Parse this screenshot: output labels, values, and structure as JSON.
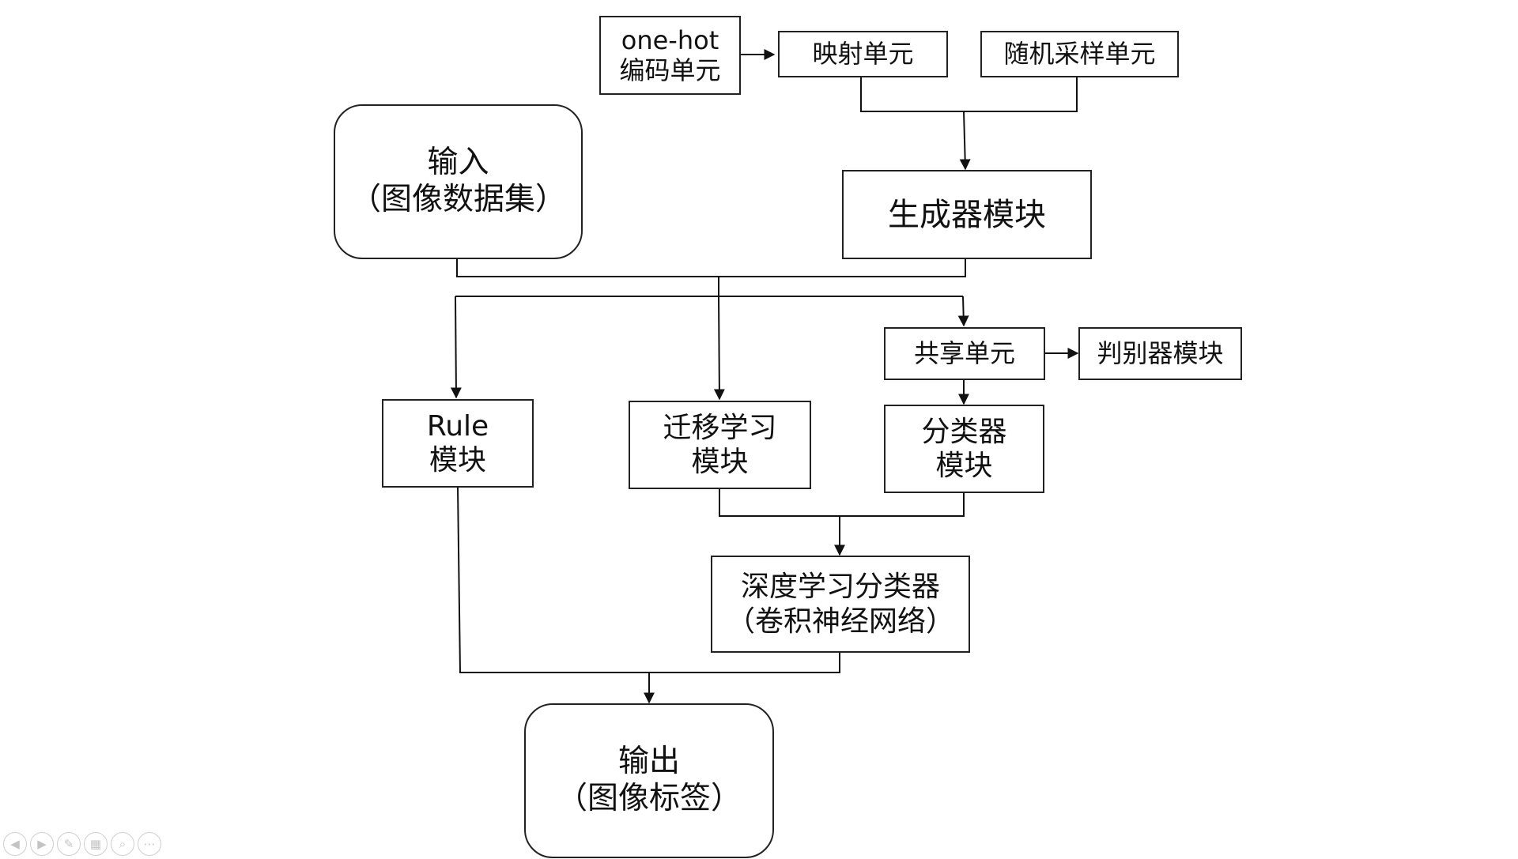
{
  "diagram": {
    "nodes": {
      "onehot": {
        "lines": [
          "one-hot",
          "编码单元"
        ]
      },
      "mapping": {
        "lines": [
          "映射单元"
        ]
      },
      "random_sampling": {
        "lines": [
          "随机采样单元"
        ]
      },
      "input": {
        "lines": [
          "输入",
          "（图像数据集）"
        ]
      },
      "generator": {
        "lines": [
          "生成器模块"
        ]
      },
      "shared": {
        "lines": [
          "共享单元"
        ]
      },
      "discriminator": {
        "lines": [
          "判别器模块"
        ]
      },
      "rule": {
        "lines": [
          "Rule",
          "模块"
        ]
      },
      "transfer": {
        "lines": [
          "迁移学习",
          "模块"
        ]
      },
      "classifier": {
        "lines": [
          "分类器",
          "模块"
        ]
      },
      "deep_classifier": {
        "lines": [
          "深度学习分类器",
          "（卷积神经网络）"
        ]
      },
      "output": {
        "lines": [
          "输出",
          "（图像标签）"
        ]
      }
    }
  },
  "toolbar": {
    "icons": [
      "previous-slide-icon",
      "next-slide-icon",
      "pen-icon",
      "slides-grid-icon",
      "zoom-icon",
      "more-options-icon"
    ]
  }
}
